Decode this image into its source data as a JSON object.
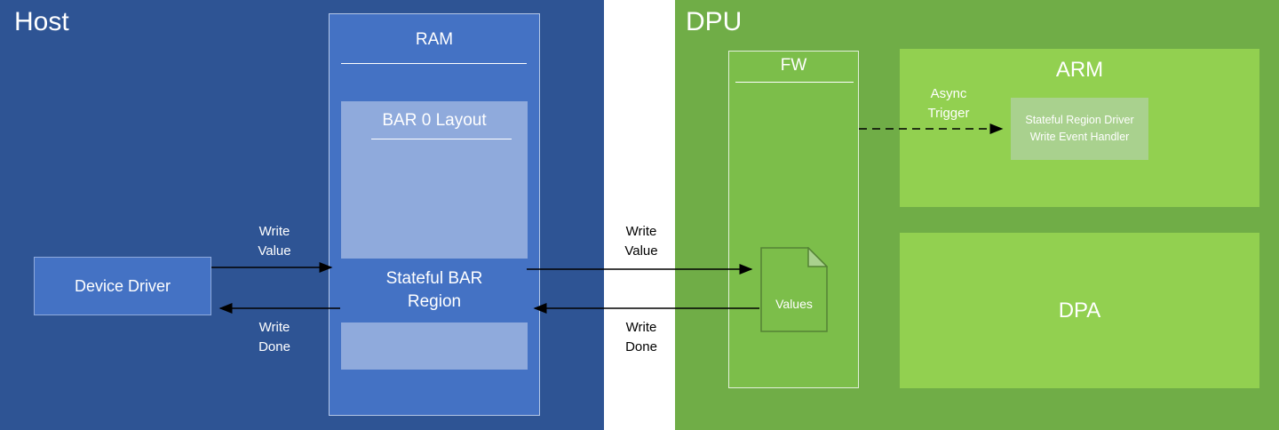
{
  "host": {
    "title": "Host",
    "device_driver_label": "Device Driver",
    "ram_label": "RAM",
    "bar0_label": "BAR 0 Layout",
    "stateful_bar_label": "Stateful BAR Region",
    "write_value_label": "Write Value",
    "write_done_label": "Write Done"
  },
  "link": {
    "write_value_label": "Write Value",
    "write_done_label": "Write Done"
  },
  "dpu": {
    "title": "DPU",
    "fw_label": "FW",
    "values_label": "Values",
    "arm_label": "ARM",
    "handler_label": "Stateful Region Driver Write Event Handler",
    "dpa_label": "DPA",
    "async_trigger_label": "Async Trigger"
  },
  "colors": {
    "host_bg": "#2E5494",
    "ram_fill": "#4472C4",
    "bar0_fill": "#8FAADC",
    "stateful_fill": "#4472C4",
    "dpu_bg": "#70AD47",
    "fw_fill": "#7CBE4A",
    "panel_fill": "#92D050",
    "handler_fill": "#A9D18E",
    "doc_fill": "#7CBE4A",
    "doc_stroke": "#548235",
    "doc_fold": "#A9D18E",
    "arrow": "#000000"
  }
}
